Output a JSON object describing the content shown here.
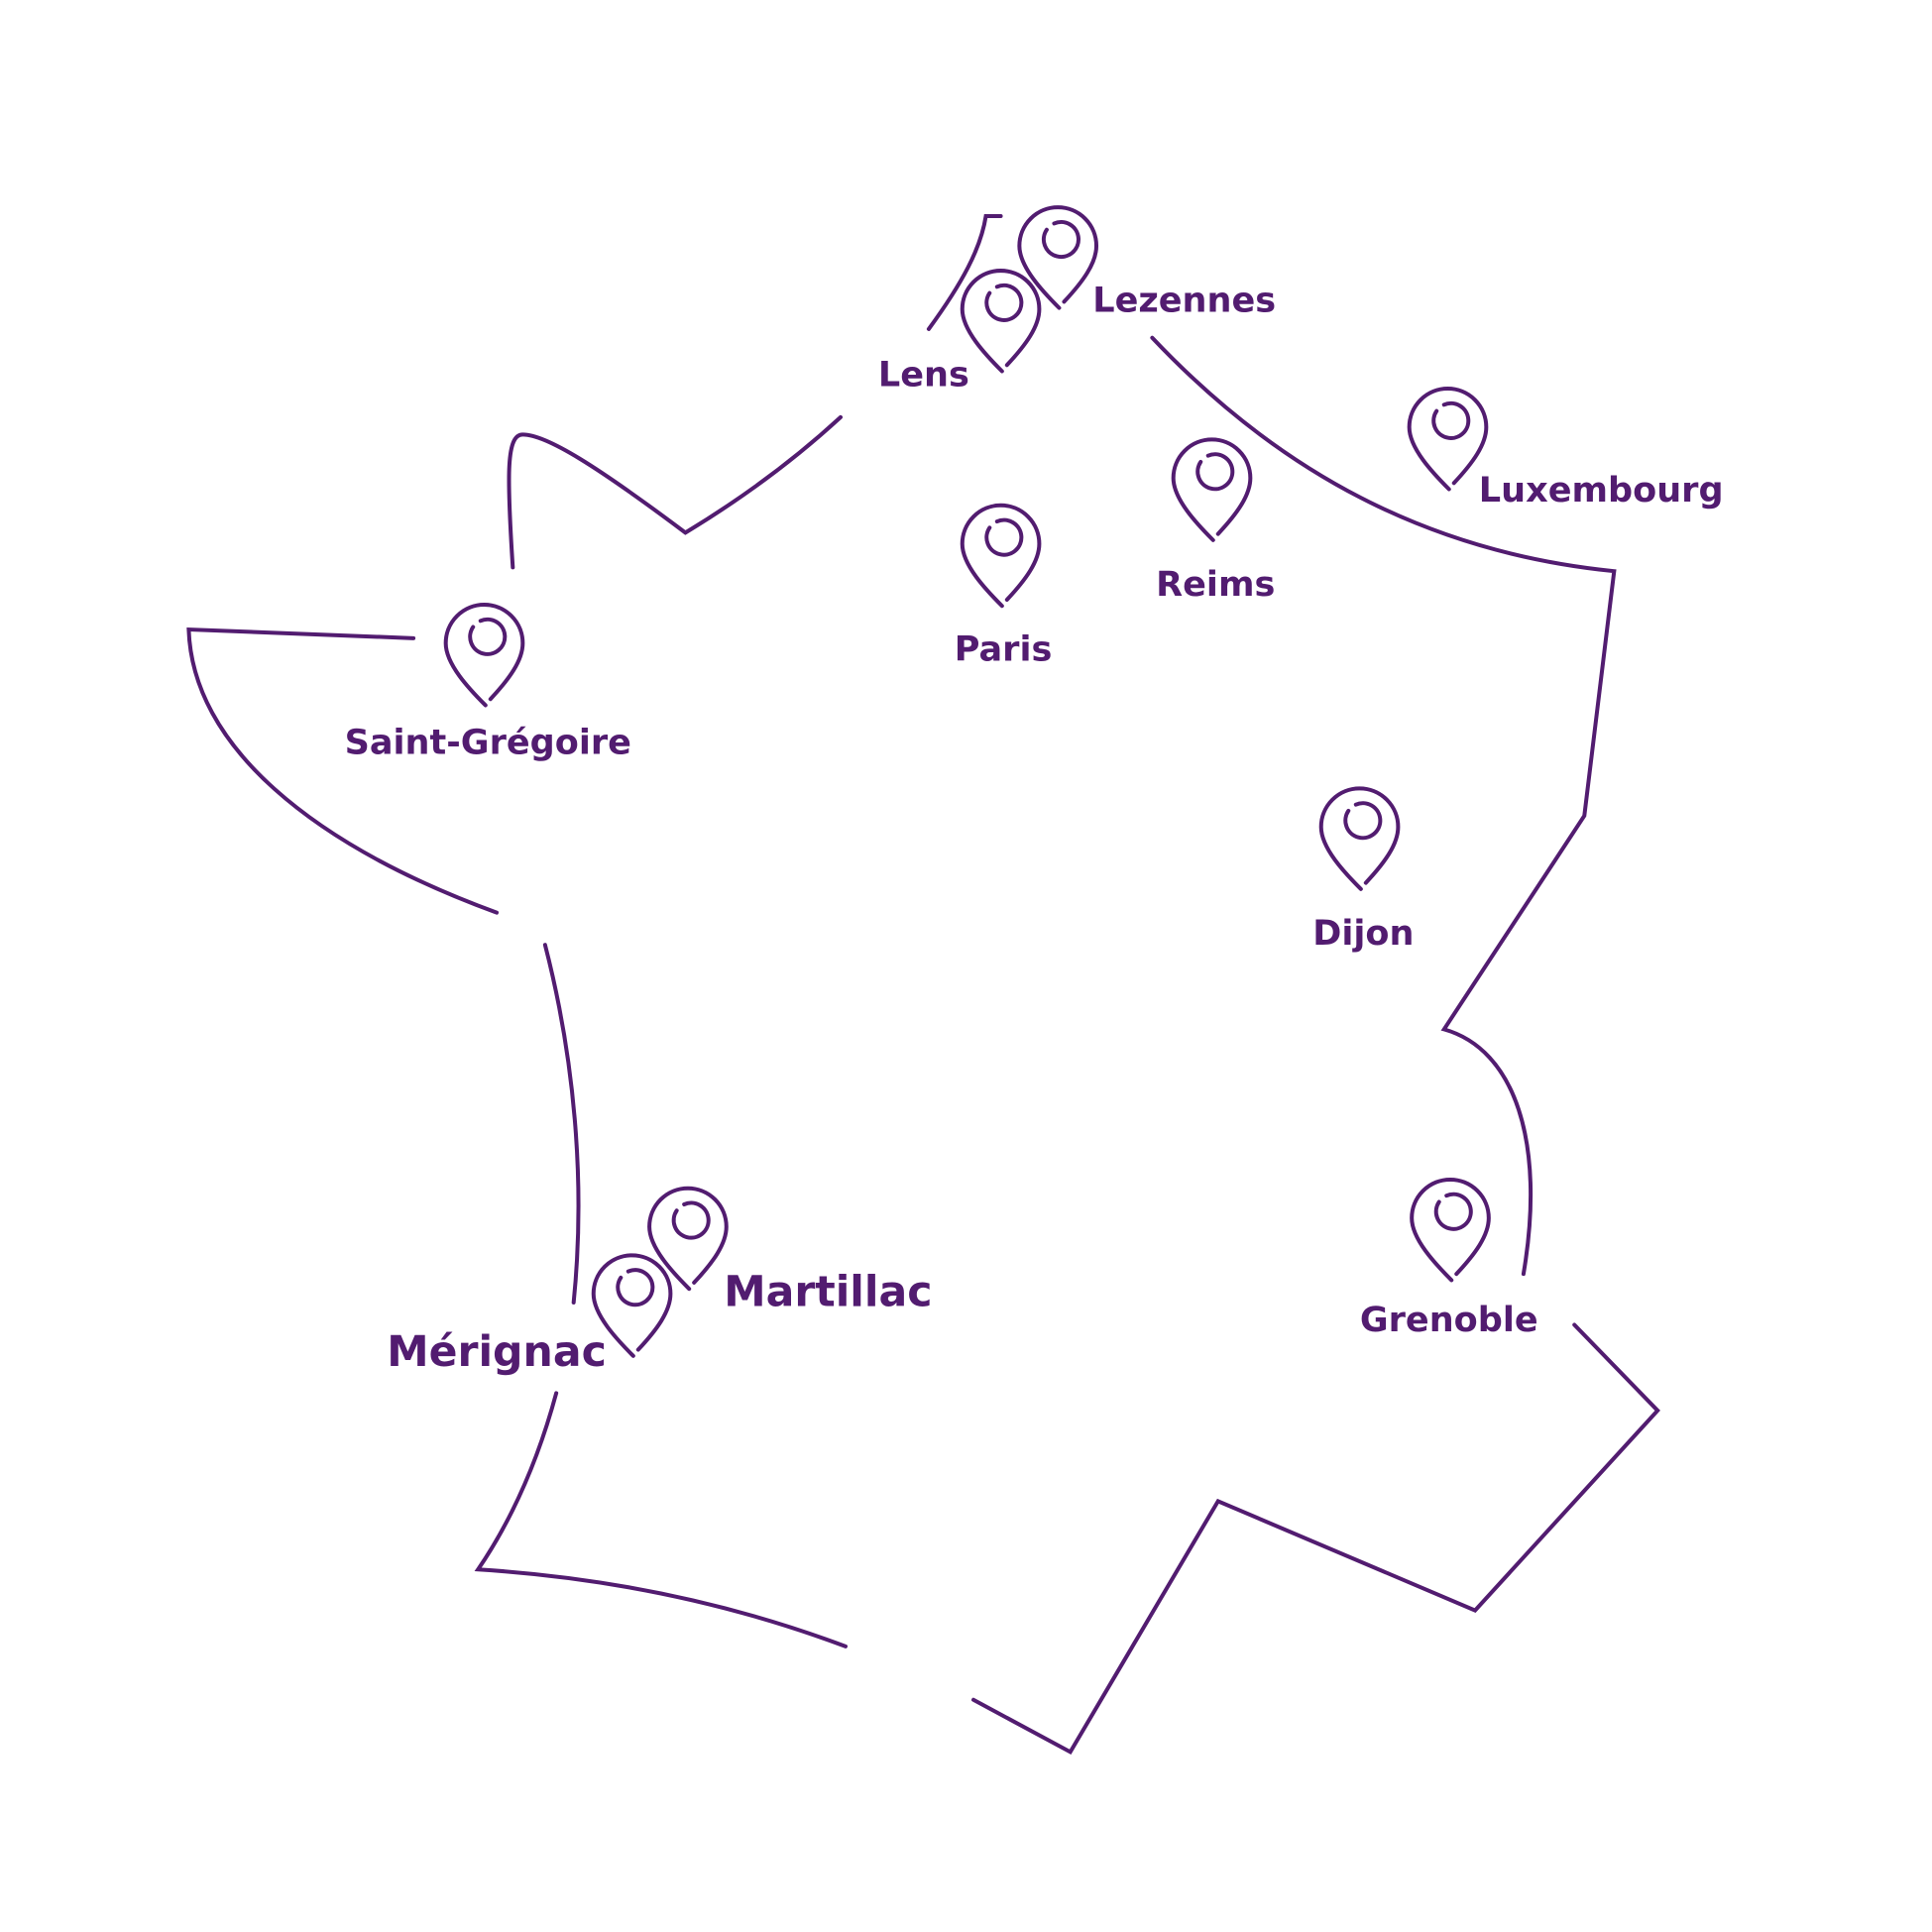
{
  "map": {
    "accent_color": "#521c70",
    "pin_icon": "map-pin-icon",
    "locations": [
      {
        "name": "Lezennes"
      },
      {
        "name": "Lens"
      },
      {
        "name": "Luxembourg"
      },
      {
        "name": "Reims"
      },
      {
        "name": "Paris"
      },
      {
        "name": "Saint-Grégoire"
      },
      {
        "name": "Dijon"
      },
      {
        "name": "Grenoble"
      },
      {
        "name": "Martillac"
      },
      {
        "name": "Mérignac"
      }
    ]
  }
}
